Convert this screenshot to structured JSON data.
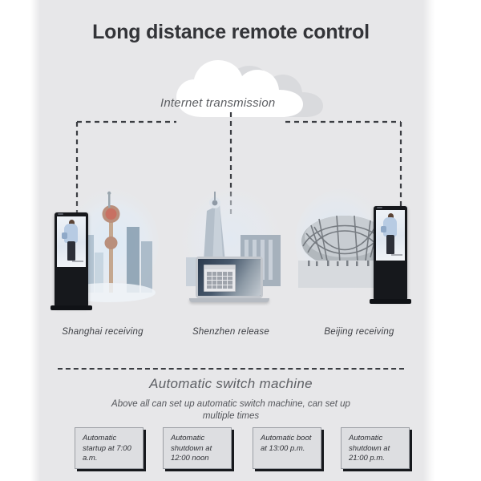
{
  "header": {
    "title": "Long distance remote control"
  },
  "cloud": {
    "label": "Internet transmission",
    "icon": "cloud-icon"
  },
  "nodes": [
    {
      "id": "shanghai",
      "label": "Shanghai receiving",
      "device": "digital-signage-kiosk",
      "scene": "shanghai-skyline"
    },
    {
      "id": "shenzhen",
      "label": "Shenzhen release",
      "device": "laptop",
      "scene": "shenzhen-skyline"
    },
    {
      "id": "beijing",
      "label": "Beijing receiving",
      "device": "digital-signage-kiosk",
      "scene": "beijing-birds-nest"
    }
  ],
  "switch_section": {
    "title": "Automatic switch machine",
    "subtitle": "Above all can set up automatic switch machine, can set up multiple times",
    "schedules": [
      {
        "text": "Automatic startup at 7:00 a.m."
      },
      {
        "text": "Automatic shutdown at 12:00 noon"
      },
      {
        "text": "Automatic boot at 13:00 p.m."
      },
      {
        "text": "Automatic shutdown at 21:00 p.m."
      }
    ]
  },
  "colors": {
    "panel_bg": "#e7e7e9",
    "page_bg": "#ffffff",
    "title_text": "#333438",
    "body_text": "#54565b",
    "dashed_line": "#3b3d42",
    "box_shadow": "#17191d",
    "kiosk_body": "#16181c"
  }
}
